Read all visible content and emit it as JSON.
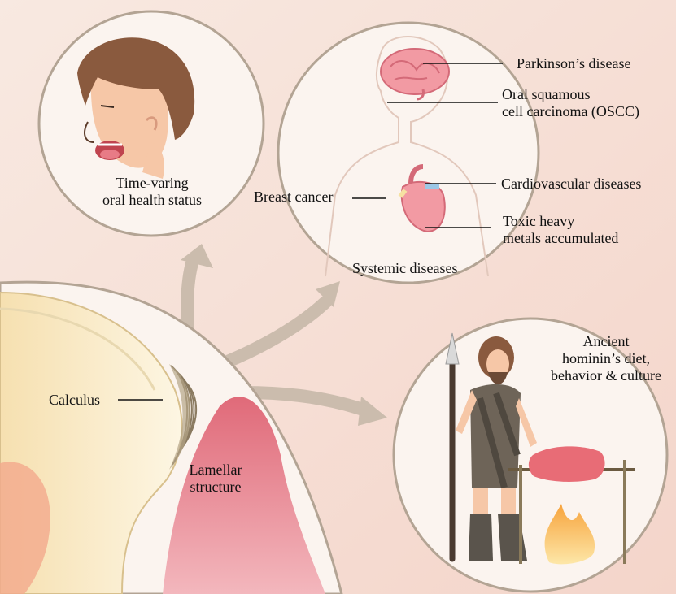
{
  "colors": {
    "background": "#f7ddd3",
    "circle_fill": "#fbf4ef",
    "circle_stroke": "#b3a494",
    "arrow": "#cbbcad",
    "skin": "#f6c7a7",
    "hair": "#8a5a3e",
    "gum": "#e07a86",
    "tooth": "#fbf2d6",
    "calculus": "#b5a588",
    "hide": "#6e6458",
    "meat": "#e86c76",
    "fire": "#f8b34c"
  },
  "labels": {
    "oral_health": [
      "Time-varing",
      "oral health status"
    ],
    "parkinsons": "Parkinson’s disease",
    "oscc": [
      "Oral squamous",
      "cell carcinoma (OSCC)"
    ],
    "breast_cancer": "Breast cancer",
    "cardiovascular": "Cardiovascular diseases",
    "toxic_metals": [
      "Toxic heavy",
      "metals accumulated"
    ],
    "systemic": "Systemic diseases",
    "ancient": [
      "Ancient",
      "hominin’s diet,",
      "behavior & culture"
    ],
    "calculus": "Calculus",
    "lamellar": [
      "Lamellar",
      "structure"
    ]
  },
  "icons": [
    "face-icon",
    "brain-icon",
    "heart-icon",
    "caveman-icon",
    "spear-icon",
    "meat-icon",
    "fire-icon",
    "tooth-icon"
  ]
}
